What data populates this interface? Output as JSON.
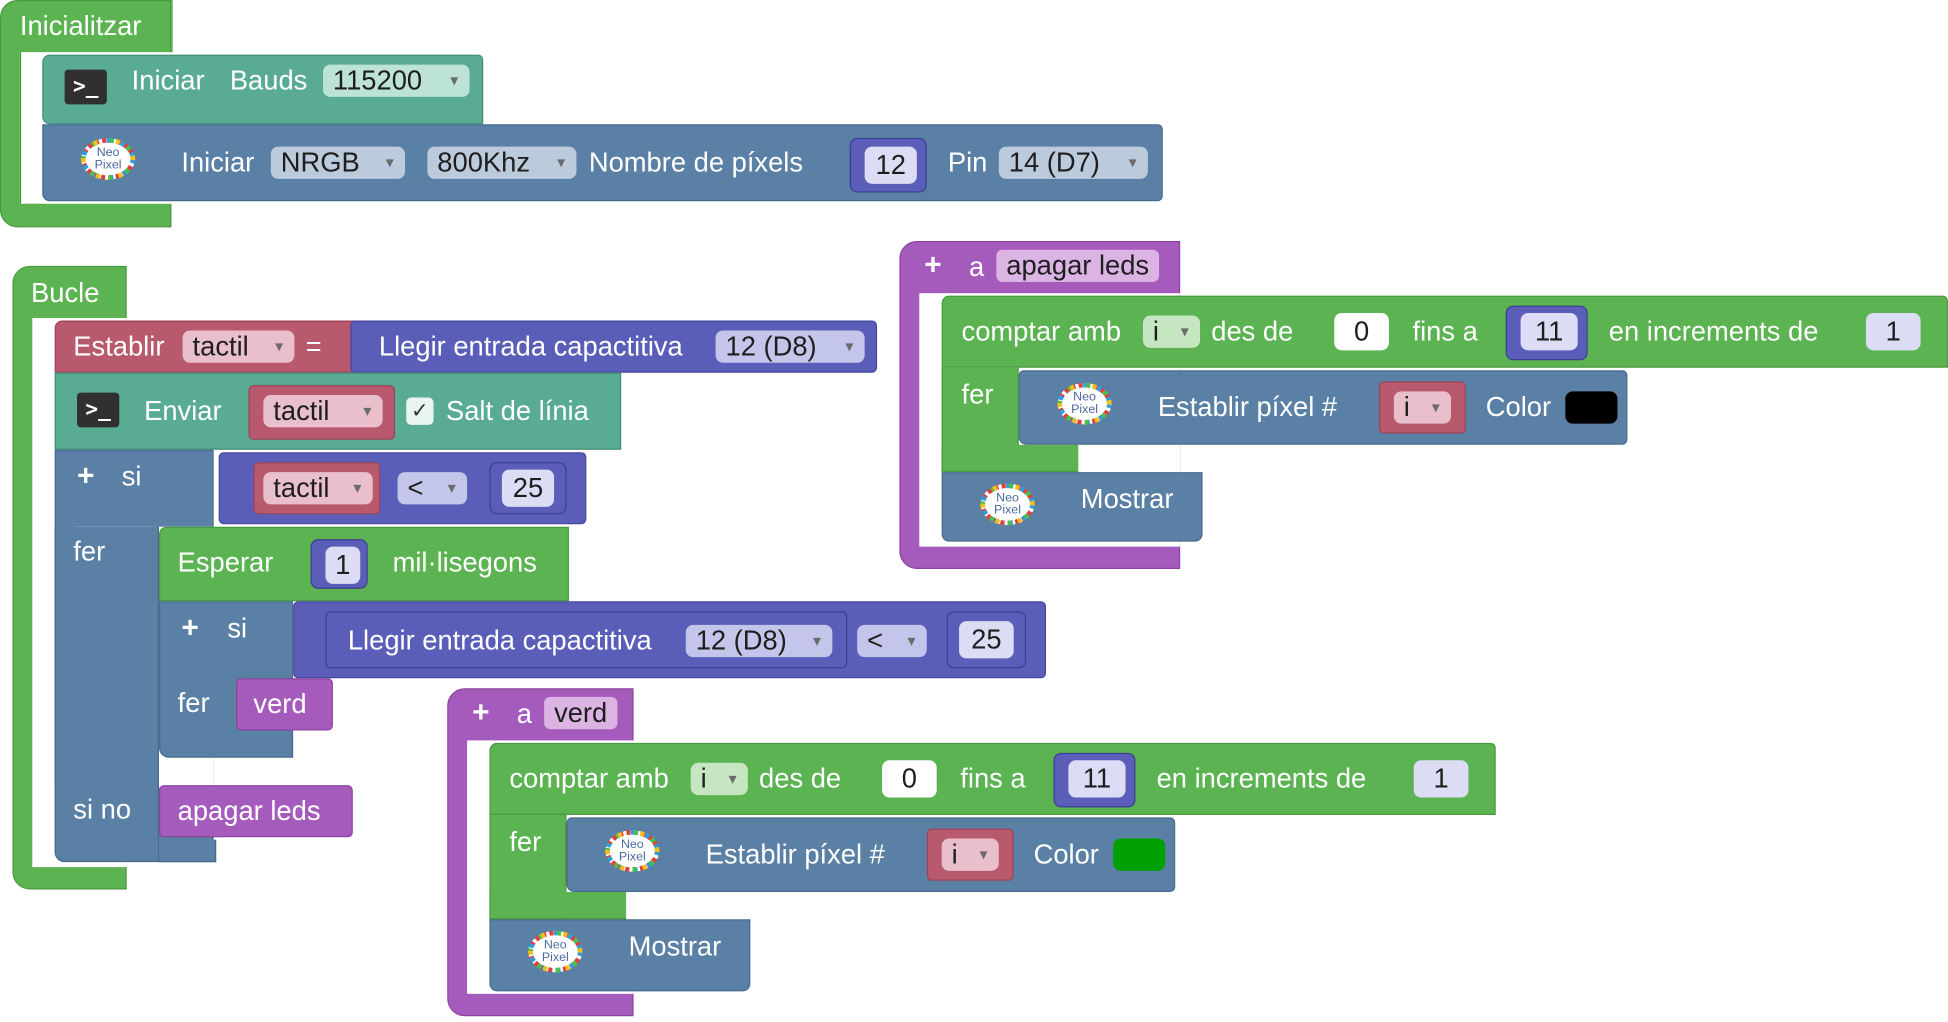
{
  "init": {
    "title": "Inicialitzar",
    "serial_start": "Iniciar",
    "bauds_label": "Bauds",
    "bauds_value": "115200",
    "neopixel_start": "Iniciar",
    "mode": "NRGB",
    "freq": "800Khz",
    "num_pixels_label": "Nombre de píxels",
    "num_pixels": "12",
    "pin_label": "Pin",
    "pin": "14 (D7)"
  },
  "loop": {
    "title": "Bucle",
    "set_label": "Establir",
    "set_var": "tactil",
    "eq": "=",
    "read_cap": "Llegir entrada capactitiva",
    "cap_pin": "12 (D8)",
    "send_label": "Enviar",
    "send_var": "tactil",
    "check": "✓",
    "newline_label": "Salt de línia",
    "if_label": "si",
    "if_var": "tactil",
    "op": "<",
    "thr": "25",
    "do_label": "fer",
    "wait_label": "Esperar",
    "wait_val": "1",
    "wait_unit": "mil·lisegons",
    "if2_label": "si",
    "read_cap2": "Llegir entrada capactitiva",
    "cap_pin2": "12 (D8)",
    "op2": "<",
    "thr2": "25",
    "do2_label": "fer",
    "call_verd": "verd",
    "else_label": "si no",
    "call_off": "apagar leds"
  },
  "func_off": {
    "plus": "+",
    "to": "a",
    "name": "apagar leds",
    "count_with": "comptar amb",
    "var": "i",
    "from_label": "des de",
    "from": "0",
    "to_label": "fins a",
    "to_val": "11",
    "by_label": "en increments de",
    "by": "1",
    "do_label": "fer",
    "set_pixel": "Establir píxel #",
    "pix_var": "i",
    "color_label": "Color",
    "color": "#000000",
    "show": "Mostrar"
  },
  "func_green": {
    "plus": "+",
    "to": "a",
    "name": "verd",
    "count_with": "comptar amb",
    "var": "i",
    "from_label": "des de",
    "from": "0",
    "to_label": "fins a",
    "to_val": "11",
    "by_label": "en increments de",
    "by": "1",
    "do_label": "fer",
    "set_pixel": "Establir píxel #",
    "pix_var": "i",
    "color_label": "Color",
    "color": "#00a000",
    "show": "Mostrar"
  },
  "neopixel_icon_text": [
    "Neo",
    "Pixel"
  ],
  "icons": {
    "terminal": "terminal-icon",
    "neopixel": "neopixel-ring-icon",
    "plus": "plus-icon"
  }
}
